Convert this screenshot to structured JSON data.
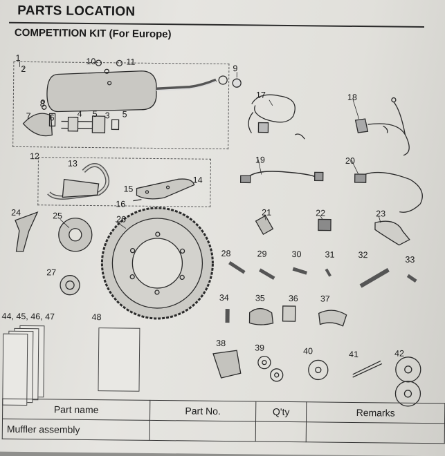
{
  "header": {
    "section_title": "PARTS LOCATION",
    "kit_title": "COMPETITION KIT (For Europe)"
  },
  "callouts": {
    "c1": "1",
    "c2": "2",
    "c3": "3",
    "c4": "4",
    "c5a": "5",
    "c5b": "5",
    "c6": "6",
    "c7": "7",
    "c8": "8",
    "c9": "9",
    "c10": "10",
    "c11": "11",
    "c12": "12",
    "c13": "13",
    "c14": "14",
    "c15": "15",
    "c16": "16",
    "c17": "17",
    "c18": "18",
    "c19": "19",
    "c20": "20",
    "c21": "21",
    "c22": "22",
    "c23": "23",
    "c24": "24",
    "c25": "25",
    "c26": "26",
    "c27": "27",
    "c28": "28",
    "c29": "29",
    "c30": "30",
    "c31": "31",
    "c32": "32",
    "c33": "33",
    "c34": "34",
    "c35": "35",
    "c36": "36",
    "c37": "37",
    "c38": "38",
    "c39": "39",
    "c40": "40",
    "c41": "41",
    "c42": "42",
    "c44_47": "44, 45, 46, 47",
    "c48": "48"
  },
  "table": {
    "headers": [
      "Part name",
      "Part No.",
      "Q'ty",
      "Remarks"
    ],
    "rows": [
      [
        "Muffler assembly",
        "",
        "",
        ""
      ]
    ]
  }
}
